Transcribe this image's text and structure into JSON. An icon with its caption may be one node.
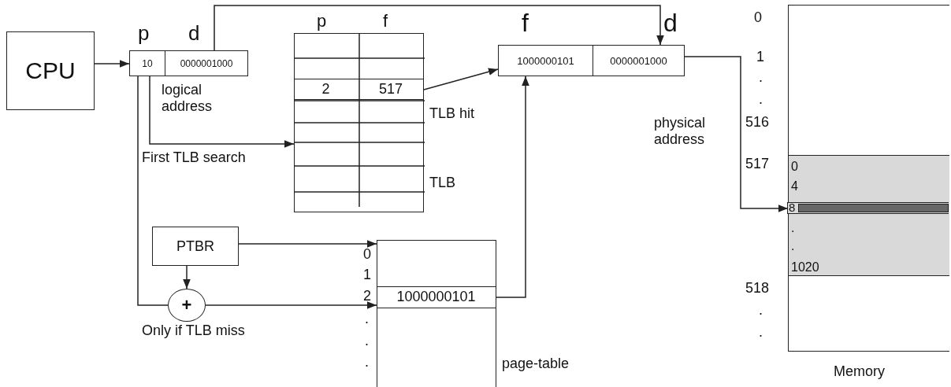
{
  "diagram": {
    "nodes": [
      {
        "text": [
          "CPU"
        ]
      },
      {
        "text": [
          "p",
          "10"
        ]
      },
      {
        "text": [
          "d",
          "0000001000"
        ]
      },
      {
        "text": [],
        "shape": "box",
        "beside": [
          "TLB"
        ]
      },
      {
        "text": [
          "2",
          "517"
        ],
        "in": 3
      },
      {
        "text": [
          "f",
          "1000000101"
        ]
      },
      {
        "text": [
          "d",
          "0000001000"
        ]
      },
      {
        "text": [
          "PTBR"
        ]
      },
      {
        "text": [
          "+"
        ],
        "beside": [
          "Only if TLB miss"
        ]
      },
      {
        "text": [],
        "shape": "box",
        "beside": [
          "page-table"
        ]
      },
      {
        "text": [
          "1000000101"
        ],
        "in": 9
      },
      {
        "text": [],
        "shape": "box",
        "beside": [
          "Memory"
        ]
      },
      {
        "text": [],
        "shape": "box",
        "in": 11
      },
      {
        "text": [
          "8"
        ],
        "in": 12
      }
    ],
    "edges": [
      {
        "from": 0,
        "to": 1,
        "arrow": "to"
      },
      {
        "from": 2,
        "to": 6,
        "arrow": "to"
      },
      {
        "from": 1,
        "to": 3,
        "arrow": "to",
        "label": "First TLB search"
      },
      {
        "from": 1,
        "to": 8,
        "arrow": "none"
      },
      {
        "from": 8,
        "to": 10,
        "arrow": "to"
      },
      {
        "from": 7,
        "to": 8,
        "arrow": "to"
      },
      {
        "from": 7,
        "to": 9,
        "arrow": "to"
      },
      {
        "from": 4,
        "to": 5,
        "arrow": "to",
        "label": "TLB hit"
      },
      {
        "from": 10,
        "to": 5,
        "arrow": "to"
      },
      {
        "from": 6,
        "to": 13,
        "arrow": "to",
        "label": "physical address"
      }
    ],
    "labels": [
      "p",
      "f",
      "logical address",
      "0",
      "1",
      ".",
      ".",
      "516",
      "517",
      "0",
      "4",
      ".",
      ".",
      "1020",
      "518",
      ".",
      ".",
      "0",
      "1",
      "2",
      ".",
      ".",
      "."
    ]
  }
}
